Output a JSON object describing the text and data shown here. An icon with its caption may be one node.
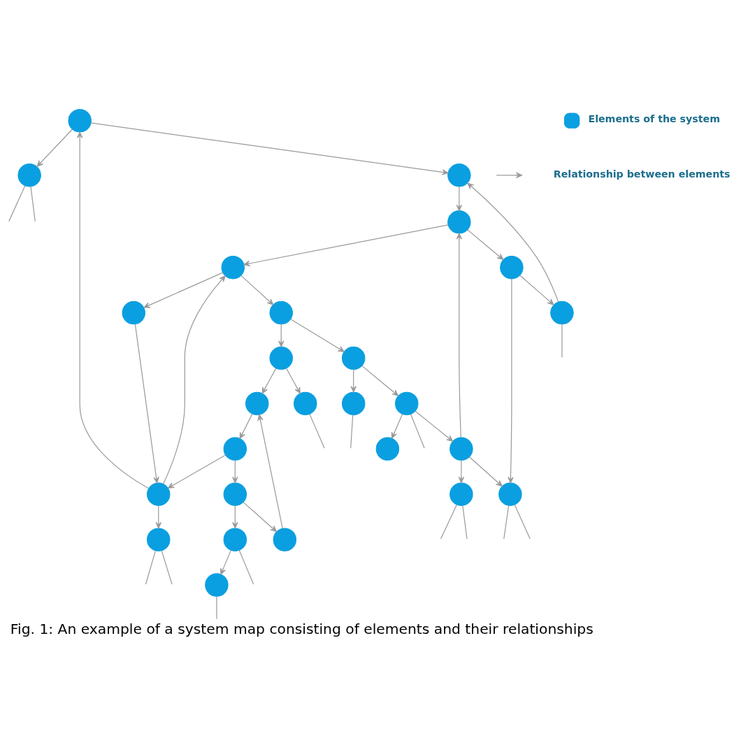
{
  "diagram": {
    "caption": "Fig. 1: An example of a system map consisting of elements and their relationships",
    "nodes": [
      {
        "text": [],
        "shape": "circle"
      },
      {
        "text": [],
        "shape": "circle"
      },
      {
        "text": [],
        "shape": "circle"
      },
      {
        "text": [],
        "shape": "circle"
      },
      {
        "text": [],
        "shape": "circle"
      },
      {
        "text": [],
        "shape": "circle"
      },
      {
        "text": [],
        "shape": "circle"
      },
      {
        "text": [],
        "shape": "circle"
      },
      {
        "text": [],
        "shape": "circle"
      },
      {
        "text": [],
        "shape": "circle"
      },
      {
        "text": [],
        "shape": "circle"
      },
      {
        "text": [],
        "shape": "circle"
      },
      {
        "text": [],
        "shape": "circle"
      },
      {
        "text": [],
        "shape": "circle"
      },
      {
        "text": [],
        "shape": "circle"
      },
      {
        "text": [],
        "shape": "circle"
      },
      {
        "text": [],
        "shape": "circle"
      },
      {
        "text": [],
        "shape": "circle"
      },
      {
        "text": [],
        "shape": "circle"
      },
      {
        "text": [],
        "shape": "circle"
      },
      {
        "text": [],
        "shape": "circle"
      },
      {
        "text": [],
        "shape": "circle"
      },
      {
        "text": [],
        "shape": "circle"
      },
      {
        "text": [],
        "shape": "circle"
      },
      {
        "text": [],
        "shape": "circle"
      },
      {
        "text": [],
        "shape": "circle"
      }
    ],
    "edges": [
      {
        "from": 0,
        "to": null,
        "arrow": "none"
      },
      {
        "from": 0,
        "to": null,
        "arrow": "none"
      },
      {
        "from": 1,
        "to": null,
        "arrow": "none"
      },
      {
        "from": 1,
        "to": null,
        "arrow": "none"
      },
      {
        "from": 2,
        "to": null,
        "arrow": "none"
      },
      {
        "from": 3,
        "to": null,
        "arrow": "none"
      },
      {
        "from": 3,
        "to": null,
        "arrow": "none"
      },
      {
        "from": 4,
        "to": 0,
        "arrow": "to"
      },
      {
        "from": 5,
        "to": 1,
        "arrow": "to"
      },
      {
        "from": 5,
        "to": 2,
        "arrow": "to"
      },
      {
        "from": 2,
        "to": 6,
        "arrow": "to"
      },
      {
        "from": 4,
        "to": 6,
        "arrow": "to"
      },
      {
        "from": 7,
        "to": 4,
        "arrow": "to"
      },
      {
        "from": 7,
        "to": 3,
        "arrow": "to"
      },
      {
        "from": 8,
        "to": null,
        "arrow": "none"
      },
      {
        "from": 6,
        "to": 9,
        "arrow": "to"
      },
      {
        "from": 9,
        "to": 5,
        "arrow": "to"
      },
      {
        "from": 10,
        "to": 8,
        "arrow": "to"
      },
      {
        "from": 10,
        "to": null,
        "arrow": "none"
      },
      {
        "from": 11,
        "to": null,
        "arrow": "none"
      },
      {
        "from": 11,
        "to": null,
        "arrow": "none"
      },
      {
        "from": 7,
        "to": 12,
        "arrow": "to"
      },
      {
        "from": 9,
        "to": 12,
        "arrow": "to"
      },
      {
        "from": 13,
        "to": 9,
        "arrow": "to"
      },
      {
        "from": 13,
        "to": 11,
        "arrow": "to"
      },
      {
        "from": 13,
        "to": 1,
        "arrow": "to"
      },
      {
        "from": 14,
        "to": 7,
        "arrow": "to"
      },
      {
        "from": 14,
        "to": 16,
        "arrow": "to"
      },
      {
        "from": 12,
        "to": 15,
        "arrow": "to"
      },
      {
        "from": 15,
        "to": 7,
        "arrow": "to"
      },
      {
        "from": 16,
        "to": 10,
        "arrow": "to"
      },
      {
        "from": 16,
        "to": 20,
        "arrow": "to"
      },
      {
        "from": 12,
        "to": 18,
        "arrow": "to"
      },
      {
        "from": 19,
        "to": 14,
        "arrow": "to"
      },
      {
        "from": 20,
        "to": 19,
        "arrow": "to"
      },
      {
        "from": 21,
        "to": 13,
        "arrow": "to"
      },
      {
        "from": 21,
        "to": 17,
        "arrow": "to"
      },
      {
        "from": 21,
        "to": null,
        "arrow": "none"
      },
      {
        "from": 18,
        "to": 22,
        "arrow": "to"
      },
      {
        "from": 22,
        "to": 19,
        "arrow": "to"
      },
      {
        "from": 18,
        "to": 23,
        "arrow": "to"
      },
      {
        "from": 23,
        "to": 21,
        "arrow": "to"
      },
      {
        "from": 22,
        "to": 24,
        "arrow": "to"
      },
      {
        "from": 23,
        "to": 25,
        "arrow": "to"
      },
      {
        "from": 24,
        "to": null,
        "arrow": "none"
      },
      {
        "from": 25,
        "to": null,
        "arrow": "none"
      }
    ],
    "legend": [
      {
        "text": "Elements of the system",
        "color": "#0a9fe0"
      },
      {
        "text": "Relationship between elements"
      }
    ]
  }
}
